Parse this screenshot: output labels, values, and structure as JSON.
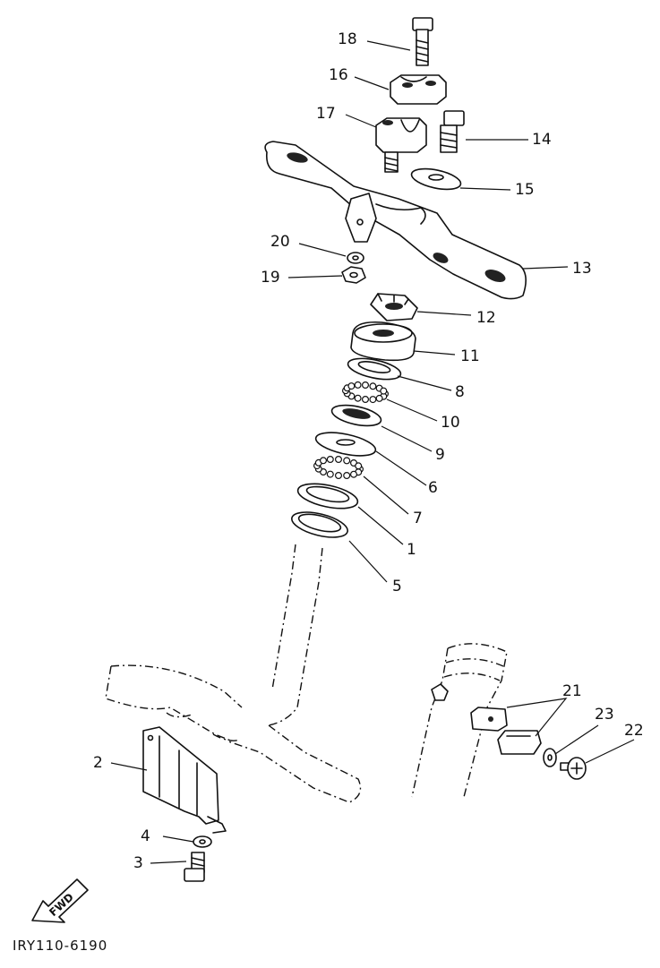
{
  "labels": {
    "p1": "1",
    "p2": "2",
    "p3": "3",
    "p4": "4",
    "p5": "5",
    "p6": "6",
    "p7": "7",
    "p8": "8",
    "p9": "9",
    "p10": "10",
    "p11": "11",
    "p12": "12",
    "p13": "13",
    "p14": "14",
    "p15": "15",
    "p16": "16",
    "p17": "17",
    "p18": "18",
    "p19": "19",
    "p20": "20",
    "p21": "21",
    "p22": "22",
    "p23": "23"
  },
  "fwd_arrow": "FWD",
  "diagram_code": "IRY110-6190"
}
